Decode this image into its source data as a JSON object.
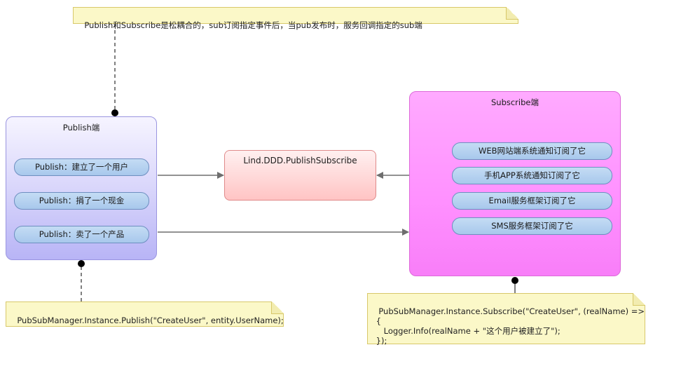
{
  "notes": {
    "top": "Publish和Subscribe是松耦合的，sub订阅指定事件后，当pub发布时，服务回调指定的sub端",
    "publish_code": "PubSubManager.Instance.Publish(\"CreateUser\", entity.UserName);",
    "subscribe_code": "PubSubManager.Instance.Subscribe(\"CreateUser\", (realName) =>\n {\n    Logger.Info(realName + \"这个用户被建立了\");\n });"
  },
  "publish": {
    "title": "Publish端",
    "items": [
      {
        "label": "Publish：建立了一个用户"
      },
      {
        "label": "Publish：捐了一个现金"
      },
      {
        "label": "Publish：卖了一个产品"
      }
    ]
  },
  "central": {
    "title": "Lind.DDD.PublishSubscribe"
  },
  "subscribe": {
    "title": "Subscribe端",
    "items": [
      {
        "label": "WEB网站端系统通知订阅了它"
      },
      {
        "label": "手机APP系统通知订阅了它"
      },
      {
        "label": "Email服务框架订阅了它"
      },
      {
        "label": "SMS服务框架订阅了它"
      }
    ]
  },
  "colors": {
    "note_bg": "#fbf8c8",
    "publish_bg": "#d9d6fb",
    "subscribe_bg": "#ff90ff",
    "central_bg": "#ffd6d6",
    "pill_bg": "#b4d0f0",
    "connector": "#6e6e6e"
  }
}
